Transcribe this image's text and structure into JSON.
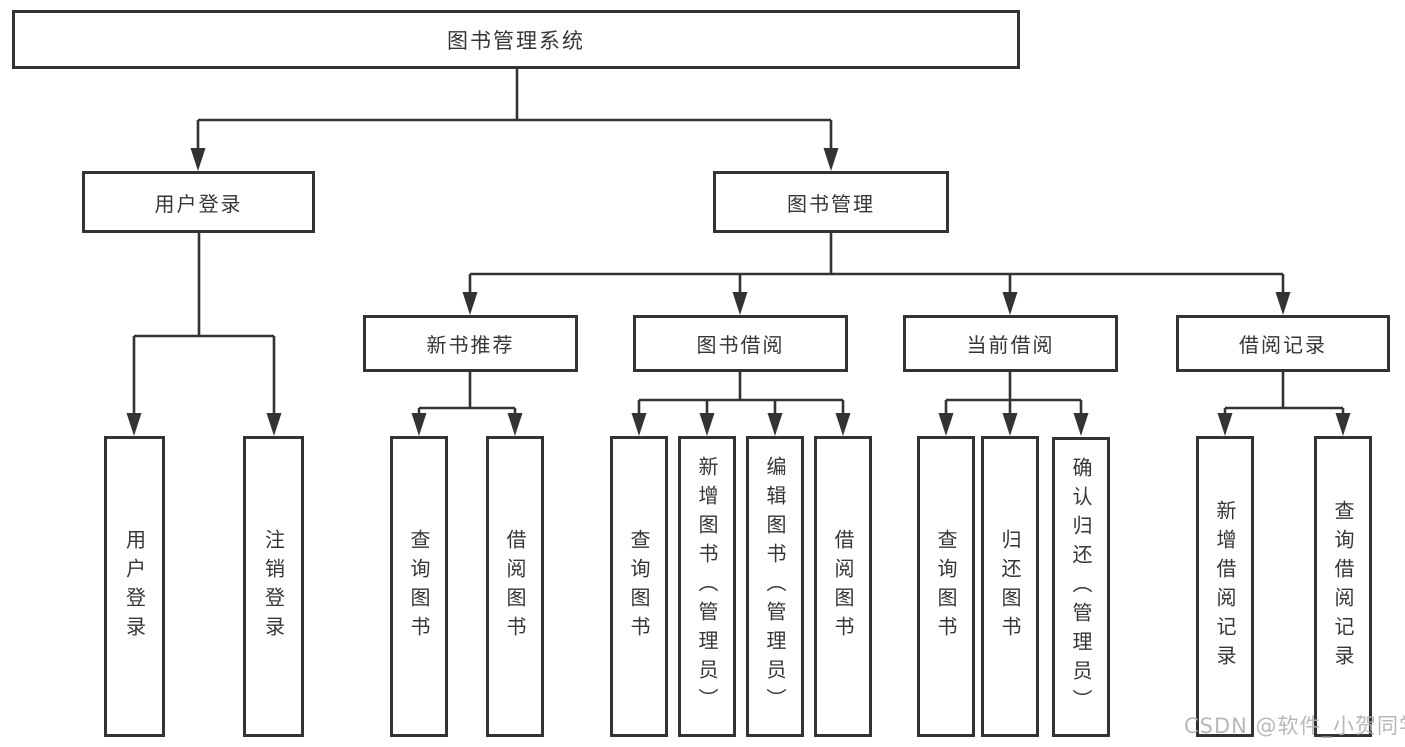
{
  "diagram": {
    "root": {
      "label": "图书管理系统"
    },
    "level2": {
      "user_login": {
        "label": "用户登录"
      },
      "book_mgmt": {
        "label": "图书管理"
      }
    },
    "user_login_children": [
      {
        "label": "用户登录"
      },
      {
        "label": "注销登录"
      }
    ],
    "modules": [
      {
        "label": "新书推荐",
        "children": [
          {
            "label": "查询图书"
          },
          {
            "label": "借阅图书"
          }
        ]
      },
      {
        "label": "图书借阅",
        "children": [
          {
            "label": "查询图书"
          },
          {
            "label": "新增图书（管理员）"
          },
          {
            "label": "编辑图书（管理员）"
          },
          {
            "label": "借阅图书"
          }
        ]
      },
      {
        "label": "当前借阅",
        "children": [
          {
            "label": "查询图书"
          },
          {
            "label": "归还图书"
          },
          {
            "label": "确认归还（管理员）"
          }
        ]
      },
      {
        "label": "借阅记录",
        "children": [
          {
            "label": "新增借阅记录"
          },
          {
            "label": "查询借阅记录"
          }
        ]
      }
    ],
    "watermark": "CSDN @软件_小贺同学",
    "colors": {
      "line": "#333333",
      "box_border": "#333333",
      "box_fill": "#ffffff",
      "text": "#363636",
      "watermark": "#b3b3b3",
      "background": "#ffffff"
    }
  }
}
